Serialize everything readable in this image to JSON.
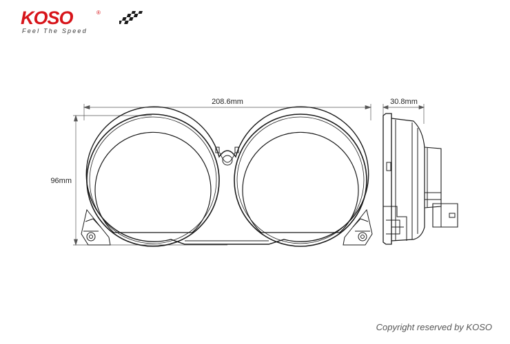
{
  "brand": {
    "name": "KOSO",
    "registered": "®",
    "tagline": "Feel The Speed",
    "color": "#d7141a"
  },
  "dimensions": {
    "width_label": "208.6mm",
    "depth_label": "30.8mm",
    "height_label": "96mm"
  },
  "footer": {
    "copyright": "Copyright reserved by KOSO"
  }
}
